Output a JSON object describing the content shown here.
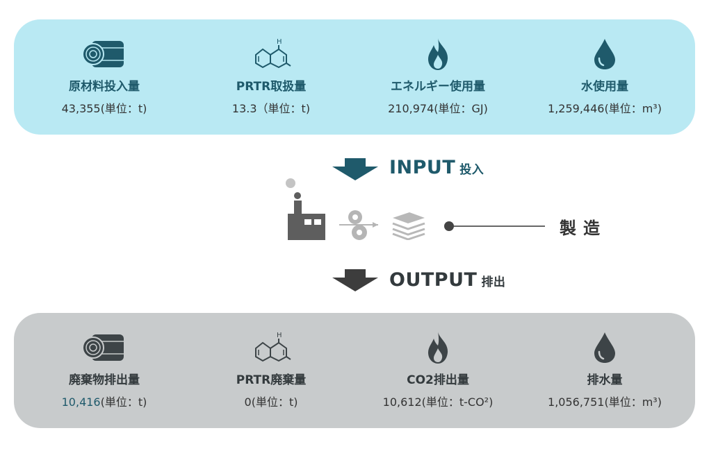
{
  "input": {
    "heading": "INPUT",
    "heading_sub": "投入",
    "items": [
      {
        "icon": "log-roll-icon",
        "label": "原材料投入量",
        "value": "43,355",
        "unit": "(単位：t)"
      },
      {
        "icon": "chemical-structure-icon",
        "label": "PRTR取扱量",
        "value": "13.3",
        "unit": "（単位：t)"
      },
      {
        "icon": "flame-icon",
        "label": "エネルギー使用量",
        "value": "210,974",
        "unit": "(単位：GJ)"
      },
      {
        "icon": "water-drop-icon",
        "label": "水使用量",
        "value": "1,259,446",
        "unit": "(単位：m³)"
      }
    ]
  },
  "process": {
    "label": "製造"
  },
  "output": {
    "heading": "OUTPUT",
    "heading_sub": "排出",
    "items": [
      {
        "icon": "log-roll-icon",
        "label": "廃棄物排出量",
        "value": "10,416",
        "unit": "(単位：t)"
      },
      {
        "icon": "chemical-structure-icon",
        "label": "PRTR廃棄量",
        "value": "0",
        "unit": "(単位：t)"
      },
      {
        "icon": "flame-icon",
        "label": "CO2排出量",
        "value": "10,612",
        "unit": "(単位：t-CO²)"
      },
      {
        "icon": "water-drop-icon",
        "label": "排水量",
        "value": "1,056,751",
        "unit": "(単位：m³)"
      }
    ]
  },
  "colors": {
    "input_panel": "#b9e9f3",
    "input_accent": "#1f5a6b",
    "output_panel": "#c8cbcc",
    "output_accent": "#333a3d"
  }
}
